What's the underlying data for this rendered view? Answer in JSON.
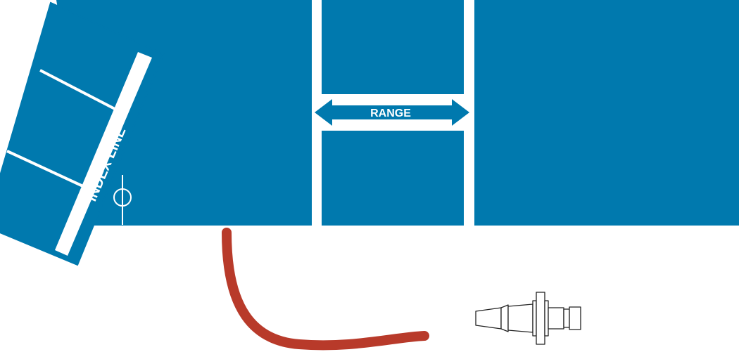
{
  "labels": {
    "range": "RANGE",
    "index_line": "INDEX LINE"
  },
  "colors": {
    "panel": "#0079ae",
    "gap": "#ffffff",
    "tube": "#b83a2a",
    "fitting_stroke": "#222222"
  },
  "icons": {
    "index_marker": "circle-with-vertical-line",
    "range_arrow": "double-headed-arrow",
    "tube": "curved-tube",
    "fitting": "hose-barb-fitting"
  }
}
